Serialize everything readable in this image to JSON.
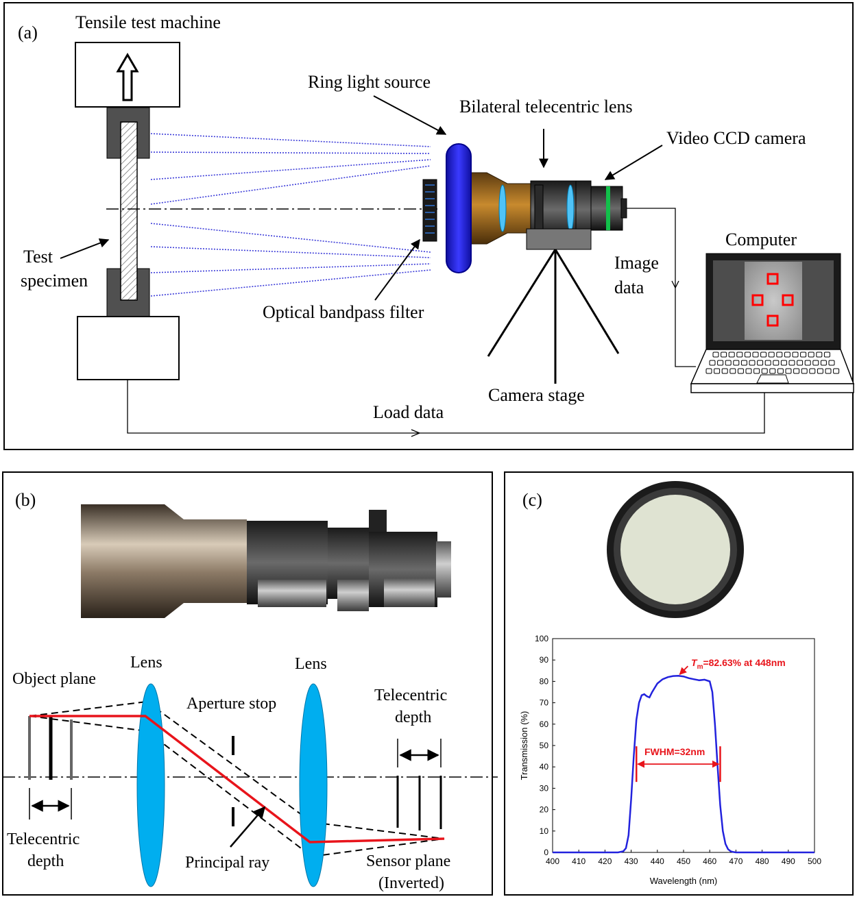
{
  "panel_a": {
    "label": "(a)",
    "machine_title": "Tensile test machine",
    "ring_light": "Ring light source",
    "telecentric_lens": "Bilateral telecentric lens",
    "ccd_camera": "Video CCD camera",
    "specimen_line1": "Test",
    "specimen_line2": "specimen",
    "bandpass_filter": "Optical bandpass filter",
    "image_line1": "Image",
    "image_line2": "data",
    "computer": "Computer",
    "camera_stage": "Camera stage",
    "load_data": "Load data"
  },
  "panel_b": {
    "label": "(b)",
    "lens_left": "Lens",
    "lens_right": "Lens",
    "object_plane": "Object plane",
    "aperture_stop": "Aperture stop",
    "tele_depth_right_1": "Telecentric",
    "tele_depth_right_2": "depth",
    "tele_depth_left_1": "Telecentric",
    "tele_depth_left_2": "depth",
    "principal_ray": "Principal ray",
    "sensor_plane_1": "Sensor plane",
    "sensor_plane_2": "(Inverted)"
  },
  "panel_c": {
    "label": "(c)",
    "tm_symbol": "T",
    "tm_subscript": "m",
    "tm_value": "=82.63% at 448nm",
    "fwhm": "FWHM=32nm"
  },
  "colors": {
    "ray": "#e8141b",
    "lens_blue": "#00aeef",
    "curve": "#2222dd",
    "beam": "#3a3ad8"
  },
  "chart_data": {
    "type": "line",
    "xlabel": "Wavelength (nm)",
    "ylabel": "Transmission (%)",
    "xlim": [
      400,
      500
    ],
    "ylim": [
      0,
      100
    ],
    "x_ticks": [
      "400",
      "410",
      "420",
      "430",
      "440",
      "450",
      "460",
      "470",
      "480",
      "490",
      "500"
    ],
    "y_ticks": [
      "0",
      "10",
      "20",
      "30",
      "40",
      "50",
      "60",
      "70",
      "80",
      "90",
      "100"
    ],
    "series": [
      {
        "x": [
          400,
          425,
          427,
          428,
          429,
          430,
          431,
          432,
          433,
          434,
          435,
          436,
          437,
          438,
          440,
          442,
          444,
          446,
          448,
          450,
          452,
          454,
          456,
          458,
          460,
          461,
          462,
          463,
          464,
          465,
          466,
          467,
          468,
          469,
          470,
          472,
          500
        ],
        "y": [
          0,
          0,
          0.5,
          2,
          8,
          25,
          45,
          62,
          70,
          73.5,
          74,
          73,
          72.5,
          75,
          79,
          81,
          82,
          82.5,
          82.6,
          82.3,
          81.5,
          81,
          80.5,
          80.8,
          80,
          75,
          60,
          40,
          22,
          10,
          4,
          1.5,
          0.5,
          0.2,
          0,
          0,
          0
        ]
      }
    ],
    "peak": {
      "x": 448,
      "y": 82.63
    },
    "fwhm": {
      "x1": 432,
      "x2": 464,
      "y": 41.3
    }
  }
}
